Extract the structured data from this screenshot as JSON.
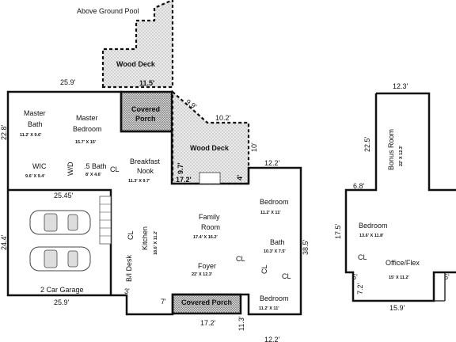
{
  "plan": {
    "pool_label": "Above Ground Pool",
    "rooms": {
      "wood_deck_top": {
        "name": "Wood Deck"
      },
      "covered_porch_top": {
        "name": "Covered",
        "name2": "Porch"
      },
      "wood_deck_right": {
        "name": "Wood Deck"
      },
      "master_bath": {
        "name": "Master",
        "name2": "Bath",
        "size": "11.2' X 9.6'"
      },
      "master_bedroom": {
        "name": "Master",
        "name2": "Bedroom",
        "size": "15.7' X 15'"
      },
      "wic": {
        "name": "WIC",
        "size": "9.6' X 9.4'"
      },
      "wd": {
        "name": "W/D"
      },
      "half_bath": {
        "name": ".5 Bath",
        "size": "8' X 4.6'"
      },
      "breakfast_nook": {
        "name": "Breakfast",
        "name2": "Nook",
        "size": "11.3' X 9.7'"
      },
      "bedroom_2": {
        "name": "Bedroom",
        "size": "11.2' X 11'"
      },
      "family_room": {
        "name": "Family",
        "name2": "Room",
        "size": "17.4' X 16.2'"
      },
      "bath_2": {
        "name": "Bath",
        "size": "10.3' X 7.5'"
      },
      "kitchen": {
        "name": "Kitchen",
        "size": "18.6' X 11.2'"
      },
      "desk": {
        "name": "B/I Desk"
      },
      "foyer": {
        "name": "Foyer",
        "size": "22' X 12.3'"
      },
      "bedroom_3": {
        "name": "Bedroom",
        "size": "11.2' X 11'"
      },
      "garage": {
        "name": "2 Car Garage"
      },
      "covered_porch_front": {
        "name": "Covered Porch"
      },
      "bonus_room": {
        "name": "Bonus Room",
        "size": "22' X 12.3'"
      },
      "bedroom_up": {
        "name": "Bedroom",
        "size": "13.6' X 11.8'"
      },
      "office_flex": {
        "name": "Office/Flex",
        "size": "15' X 11.2'"
      }
    },
    "closet_label": "CL",
    "dimensions": {
      "d_25_9_top": "25.9'",
      "d_11_5": "11.5'",
      "d_9_9": "9.9'",
      "d_10_2": "10.2'",
      "d_10": "10'",
      "d_12_2_right": "12.2'",
      "d_9_7": "9.7'",
      "d_17_2_deck": "17.2'",
      "d_4": "4'",
      "d_22_8": "22.8'",
      "d_25_45": "25.45'",
      "d_24_4": "24.4'",
      "d_38_5": "38.5'",
      "d_3": "3'",
      "d_25_9_bottom": "25.9'",
      "d_7": "7'",
      "d_17_2_porch": "17.2'",
      "d_11_3": "11.3'",
      "d_12_2_bottom": "12.2'",
      "d_12_3_up": "12.3'",
      "d_22_5": "22.5'",
      "d_6_8": "6.8'",
      "d_17_5": "17.5'",
      "d_5_left": "5'",
      "d_7_2": "7.2'",
      "d_5_right": "5'",
      "d_15_9": "15.9'"
    }
  }
}
